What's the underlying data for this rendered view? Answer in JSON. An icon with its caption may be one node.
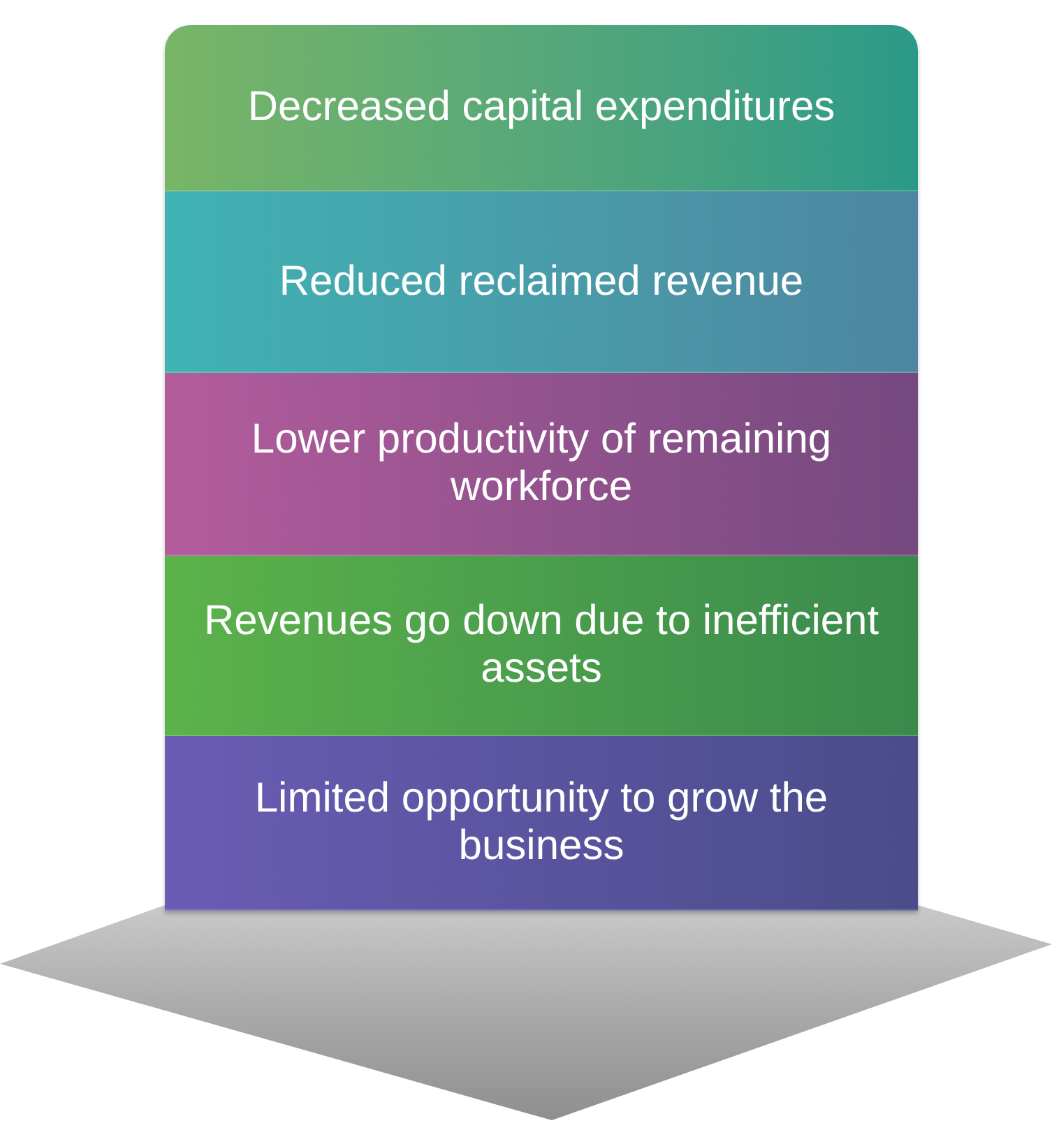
{
  "diagram": {
    "nodes": [
      {
        "text": [
          "Decreased capital expenditures"
        ]
      },
      {
        "text": [
          "Reduced reclaimed revenue"
        ]
      },
      {
        "text": [
          "Lower productivity of remaining workforce"
        ]
      },
      {
        "text": [
          "Revenues go down due to inefficient assets"
        ]
      },
      {
        "text": [
          "Limited opportunity to grow the business"
        ]
      }
    ]
  }
}
